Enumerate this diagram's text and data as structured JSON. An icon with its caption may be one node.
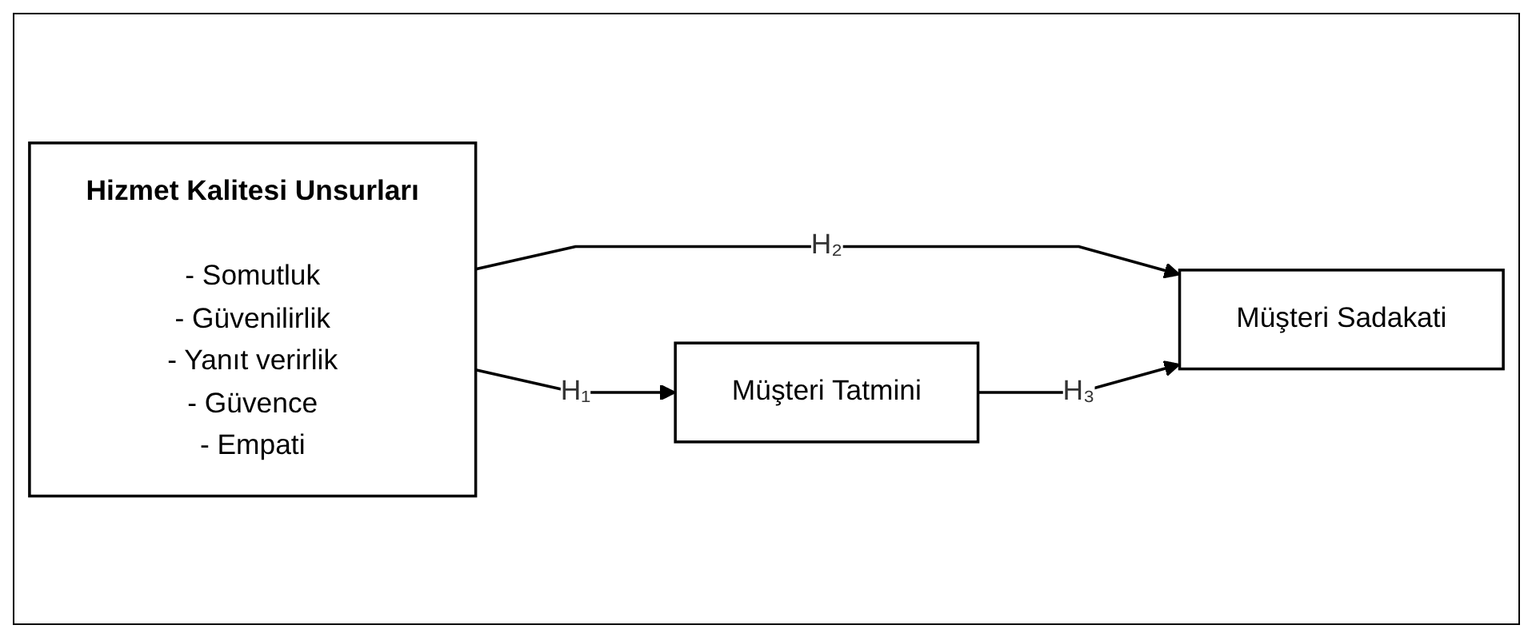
{
  "diagram": {
    "nodes": [
      {
        "text": [
          "Hizmet Kalitesi Unsurları",
          "- Somutluk",
          "- Güvenilirlik",
          "- Yanıt verirlik",
          "- Güvence",
          "- Empati"
        ]
      },
      {
        "text": [
          "Müşteri Tatmini"
        ]
      },
      {
        "text": [
          "Müşteri Sadakati"
        ]
      }
    ],
    "edges": [
      {
        "from": 0,
        "to": 2,
        "arrow": "to",
        "label": "H₂"
      },
      {
        "from": 0,
        "to": 1,
        "arrow": "to",
        "label": "H₁"
      },
      {
        "from": 1,
        "to": 2,
        "arrow": "to",
        "label": "H₃"
      }
    ]
  }
}
